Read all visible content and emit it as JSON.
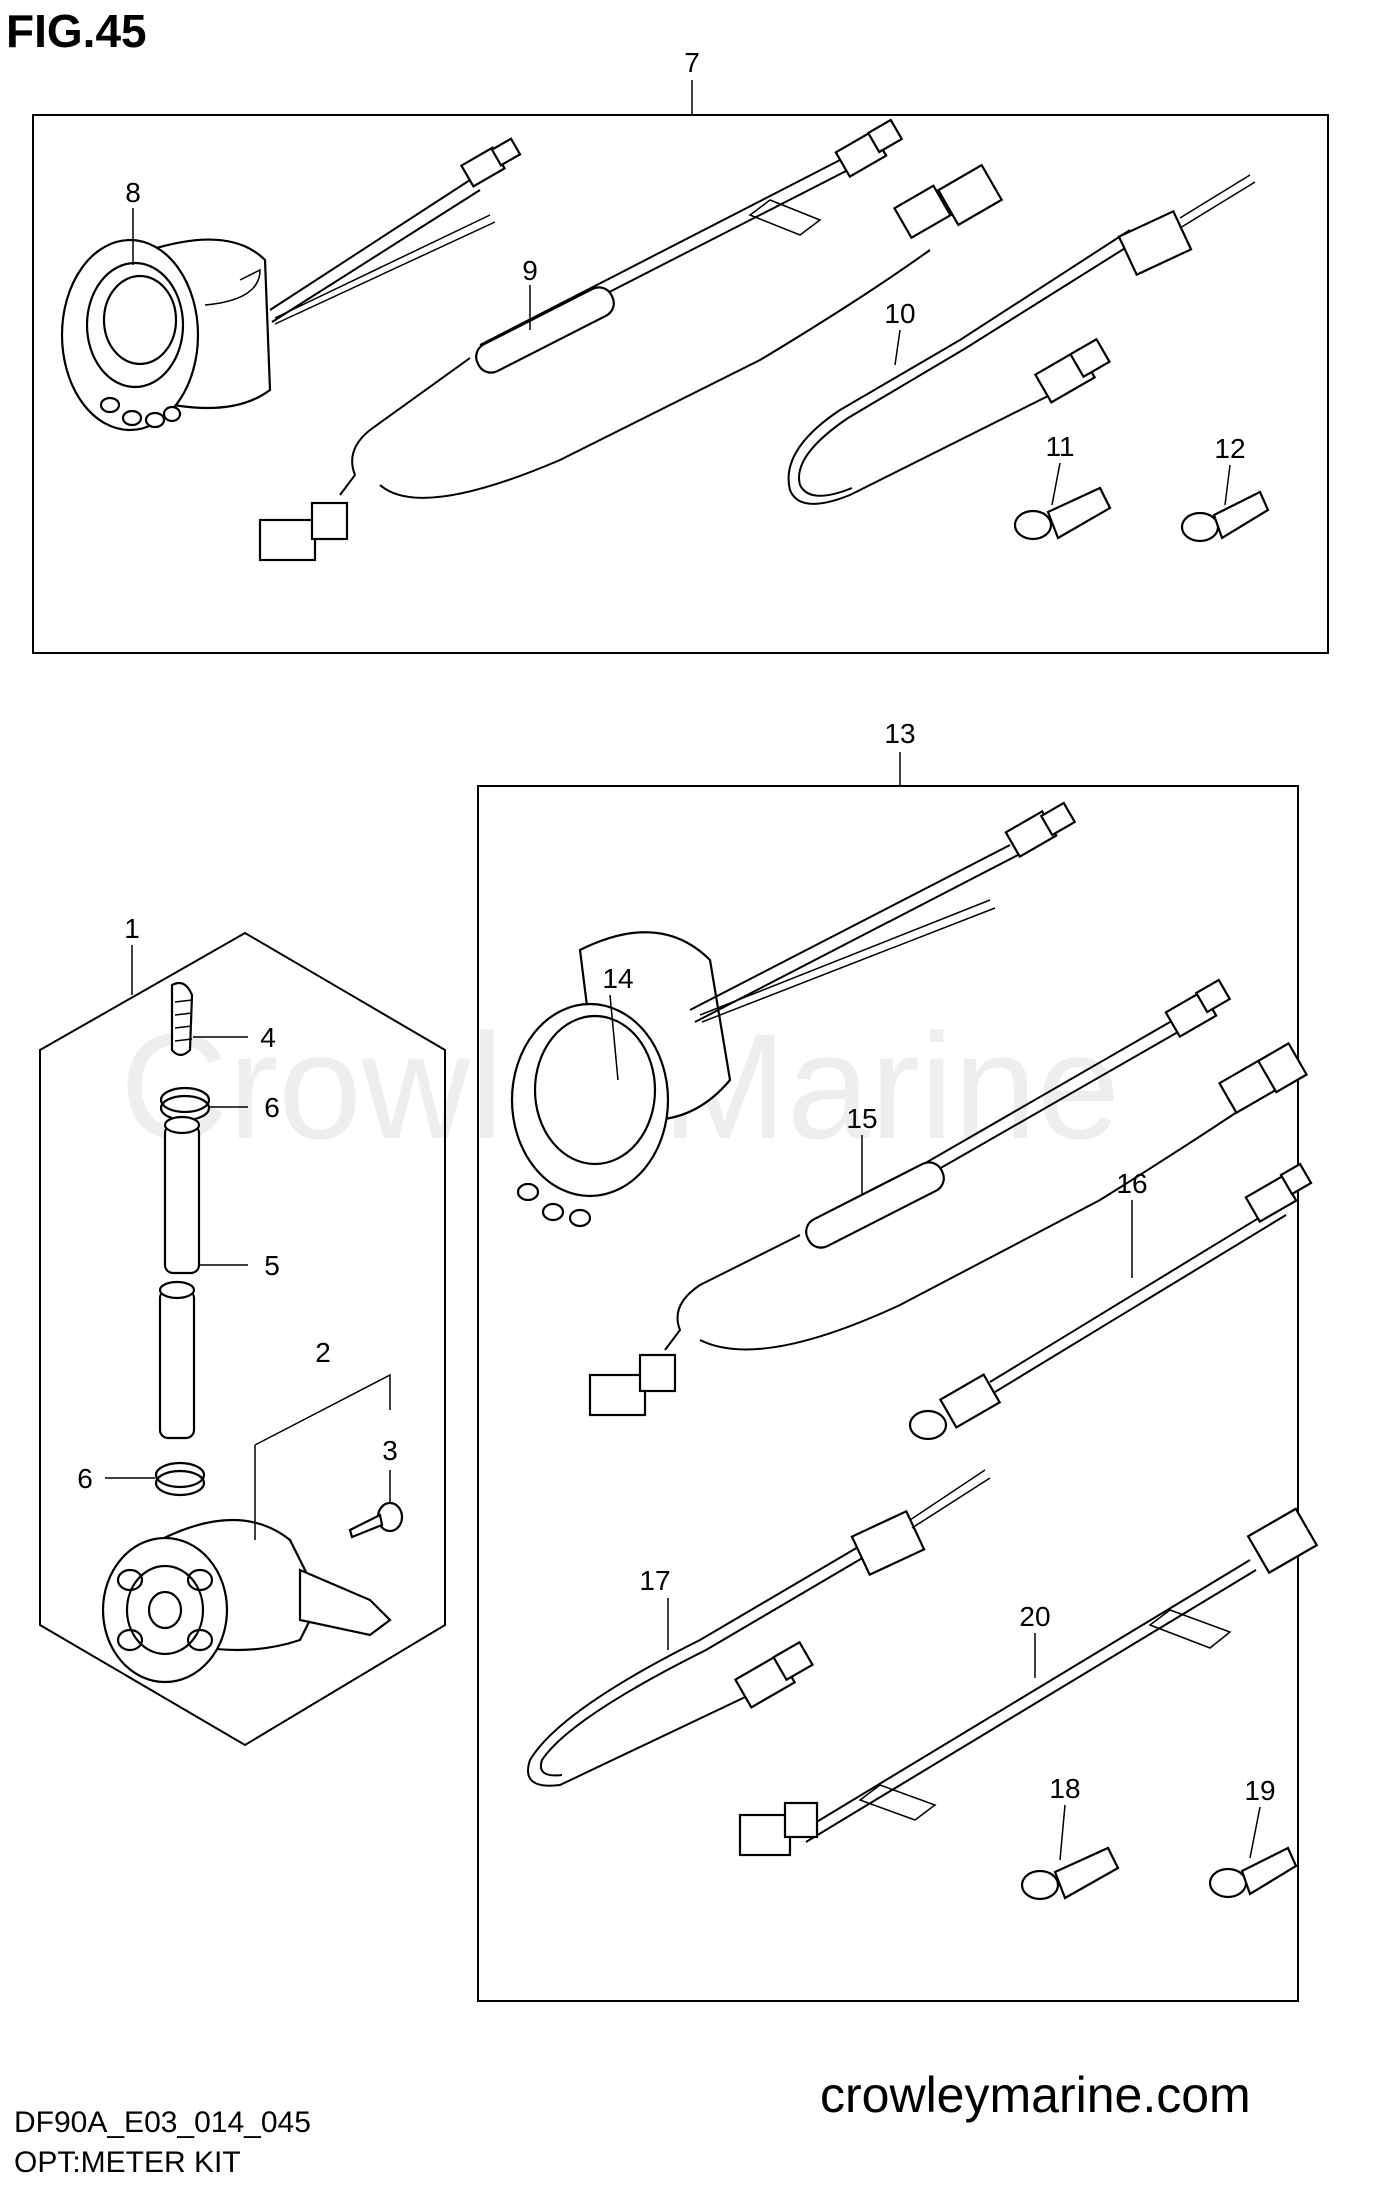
{
  "figure": {
    "title": "FIG.45"
  },
  "footer": {
    "code": "DF90A_E03_014_045",
    "subtitle": "OPT:METER KIT"
  },
  "site": {
    "text": "crowleymarine.com",
    "watermark": "CrowleyMarine"
  },
  "callouts": {
    "c1": "1",
    "c2": "2",
    "c3": "3",
    "c4": "4",
    "c5": "5",
    "c6a": "6",
    "c6b": "6",
    "c7": "7",
    "c8": "8",
    "c9": "9",
    "c10": "10",
    "c11": "11",
    "c12": "12",
    "c13": "13",
    "c14": "14",
    "c15": "15",
    "c16": "16",
    "c17": "17",
    "c18": "18",
    "c19": "19",
    "c20": "20"
  }
}
